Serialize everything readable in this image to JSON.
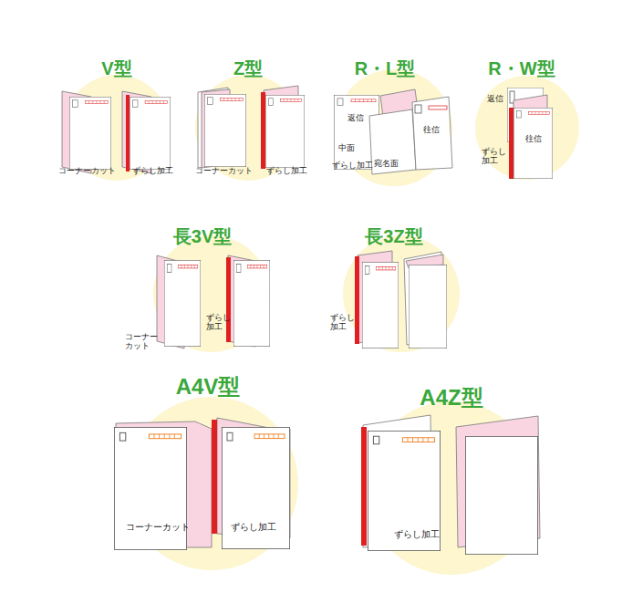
{
  "diagram": {
    "labels": [
      "V型",
      "Z型",
      "R・L型",
      "R・W型",
      "コーナーカット",
      "ずらし加工",
      "コーナーカット",
      "ずらし加工",
      "返信",
      "中面",
      "ずらし加工",
      "宛名面",
      "往信",
      "返信",
      "往信",
      "ずらし 加工",
      "長3V型",
      "長3Z型",
      "コーナー カット",
      "ずらし 加工",
      "ずらし 加工",
      "A4V型",
      "A4Z型",
      "コーナーカット",
      "ずらし加工",
      "ずらし加工"
    ]
  }
}
